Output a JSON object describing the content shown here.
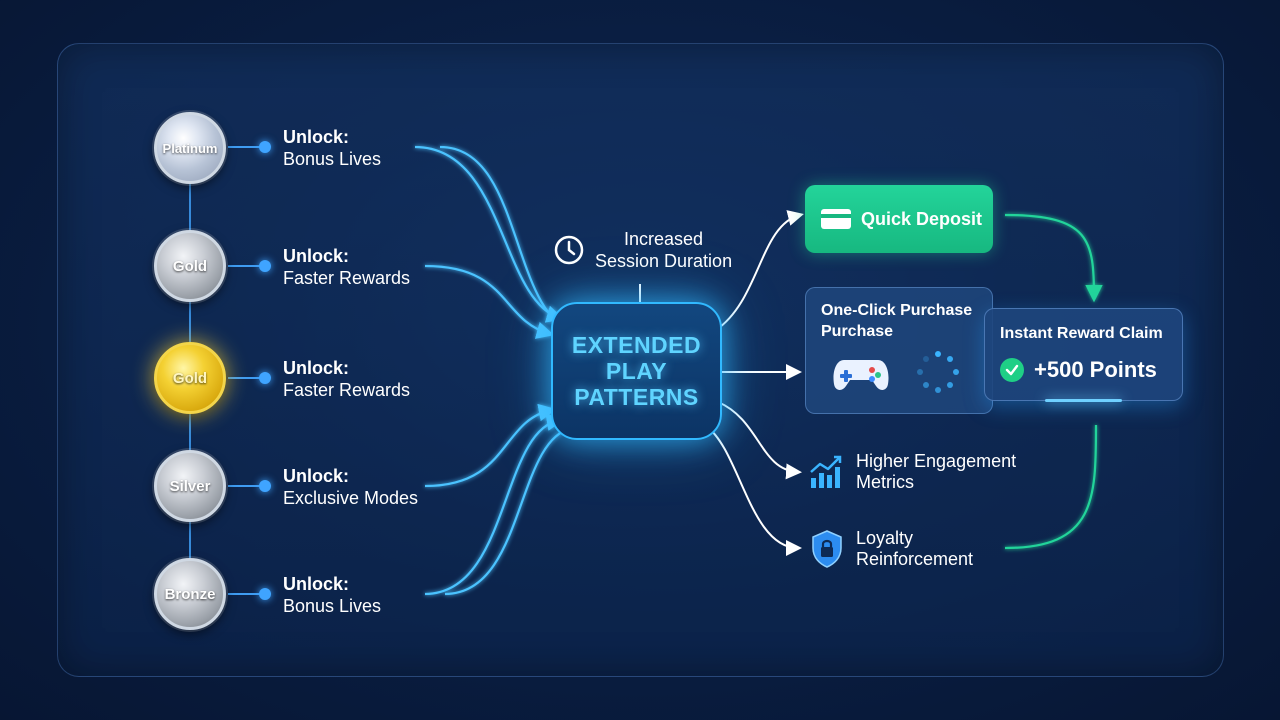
{
  "tiers": [
    {
      "label": "Platinum",
      "unlock_key": "Unlock:",
      "unlock_value": "Bonus Lives"
    },
    {
      "label": "Gold",
      "unlock_key": "Unlock:",
      "unlock_value": "Faster Rewards"
    },
    {
      "label": "Gold",
      "unlock_key": "Unlock:",
      "unlock_value": "Faster Rewards"
    },
    {
      "label": "Silver",
      "unlock_key": "Unlock:",
      "unlock_value": "Exclusive Modes"
    },
    {
      "label": "Bronze",
      "unlock_key": "Unlock:",
      "unlock_value": "Bonus Lives"
    }
  ],
  "hub": {
    "label": "EXTENDED\nPLAY\nPATTERNS"
  },
  "session": {
    "label": "Increased\nSession Duration",
    "icon": "clock-icon"
  },
  "deposit": {
    "label": "Quick Deposit",
    "icon": "credit-card-icon"
  },
  "one_click": {
    "label": "One-Click Purchase\nPurchase",
    "icons": [
      "gamepad-icon",
      "loading-spinner-icon"
    ]
  },
  "reward": {
    "label": "Instant Reward Claim",
    "points": "+500 Points",
    "icon": "check-circle-icon"
  },
  "engagement": {
    "label": "Higher Engagement\nMetrics",
    "icon": "growth-chart-icon"
  },
  "loyalty": {
    "label": "Loyalty\nReinforcement",
    "icon": "shield-lock-icon"
  },
  "colors": {
    "accent_blue": "#31b9ff",
    "accent_green": "#23d49a",
    "gold": "#f4d133"
  }
}
